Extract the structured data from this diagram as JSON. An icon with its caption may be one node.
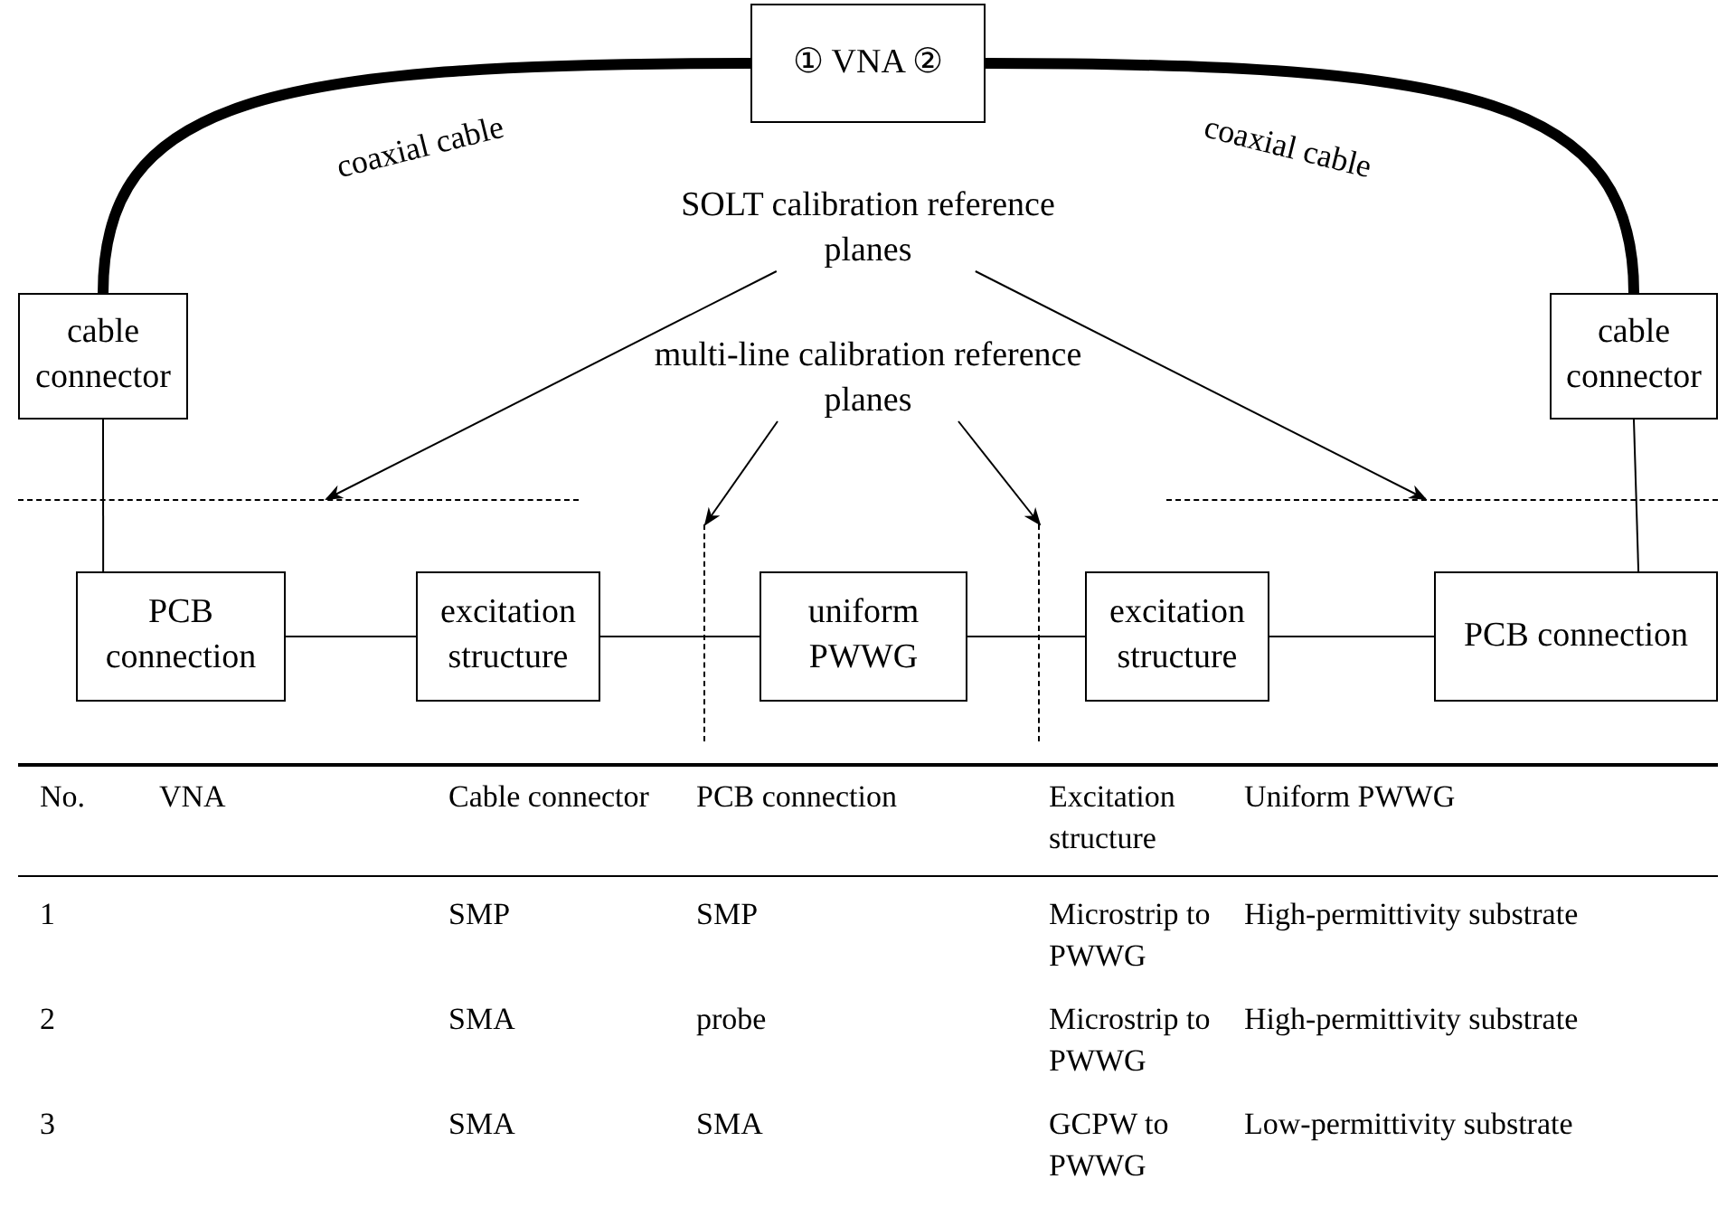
{
  "diagram": {
    "nodes": [
      {
        "text": [
          "① VNA ②"
        ]
      },
      {
        "text": [
          "cable connector"
        ]
      },
      {
        "text": [
          "cable connector"
        ]
      },
      {
        "text": [
          "SOLT calibration reference planes"
        ]
      },
      {
        "text": [
          "multi-line calibration reference planes"
        ]
      },
      {
        "text": [
          "PCB connection"
        ]
      },
      {
        "text": [
          "excitation structure"
        ]
      },
      {
        "text": [
          "uniform PWWG"
        ]
      },
      {
        "text": [
          "excitation structure"
        ]
      },
      {
        "text": [
          "PCB connection"
        ]
      },
      {
        "text": [],
        "shape": "line"
      },
      {
        "text": [],
        "shape": "line"
      },
      {
        "text": [],
        "shape": "line"
      },
      {
        "text": [],
        "shape": "line"
      }
    ],
    "edges": [
      {
        "from": 0,
        "to": 1,
        "arrow": "none",
        "label": "coaxial cable",
        "style": "thick"
      },
      {
        "from": 0,
        "to": 2,
        "arrow": "none",
        "label": "coaxial cable",
        "style": "thick"
      },
      {
        "from": 1,
        "to": 5,
        "arrow": "none"
      },
      {
        "from": 5,
        "to": 6,
        "arrow": "none"
      },
      {
        "from": 6,
        "to": 7,
        "arrow": "none"
      },
      {
        "from": 7,
        "to": 8,
        "arrow": "none"
      },
      {
        "from": 8,
        "to": 9,
        "arrow": "none"
      },
      {
        "from": 2,
        "to": 9,
        "arrow": "none"
      },
      {
        "from": 3,
        "to": 10,
        "arrow": "to"
      },
      {
        "from": 3,
        "to": 11,
        "arrow": "to"
      },
      {
        "from": 4,
        "to": 12,
        "arrow": "to"
      },
      {
        "from": 4,
        "to": 13,
        "arrow": "to"
      }
    ],
    "labels": [
      "No.",
      "VNA",
      "Cable connector",
      "PCB connection",
      "Excitation structure",
      "Uniform PWWG",
      "1",
      "SMP",
      "SMP",
      "Microstrip to PWWG",
      "High-permittivity substrate",
      "2",
      "SMA",
      "probe",
      "Microstrip to PWWG",
      "High-permittivity substrate",
      "3",
      "SMA",
      "SMA",
      "GCPW to PWWG",
      "Low-permittivity substrate"
    ]
  }
}
